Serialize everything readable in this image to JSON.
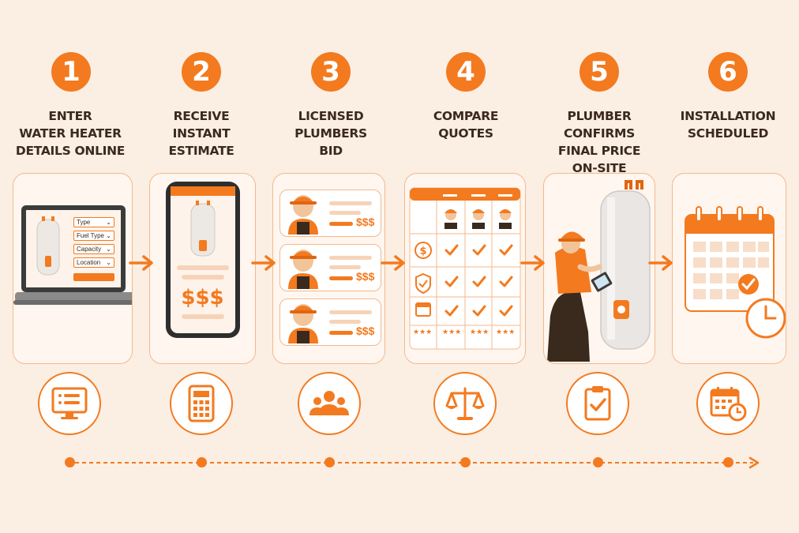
{
  "accent": "#f37a1f",
  "background": "#fbeee3",
  "steps": [
    {
      "number": "1",
      "title_lines": [
        "ENTER",
        "WATER HEATER",
        "DETAILS ONLINE"
      ],
      "icon": "monitor-form-icon"
    },
    {
      "number": "2",
      "title_lines": [
        "RECEIVE",
        "INSTANT",
        "ESTIMATE"
      ],
      "icon": "calculator-icon"
    },
    {
      "number": "3",
      "title_lines": [
        "LICENSED",
        "PLUMBERS",
        "BID"
      ],
      "icon": "group-people-icon"
    },
    {
      "number": "4",
      "title_lines": [
        "COMPARE",
        "QUOTES"
      ],
      "icon": "balance-scale-icon"
    },
    {
      "number": "5",
      "title_lines": [
        "PLUMBER",
        "CONFIRMS",
        "FINAL PRICE",
        "ON-SITE"
      ],
      "icon": "clipboard-check-icon"
    },
    {
      "number": "6",
      "title_lines": [
        "INSTALLATION",
        "SCHEDULED"
      ],
      "icon": "calendar-clock-icon"
    }
  ],
  "form_fields": [
    "Type",
    "Fuel Type",
    "Capacity",
    "Location"
  ],
  "price_symbol": "$$$",
  "rating_symbol": "★★★"
}
